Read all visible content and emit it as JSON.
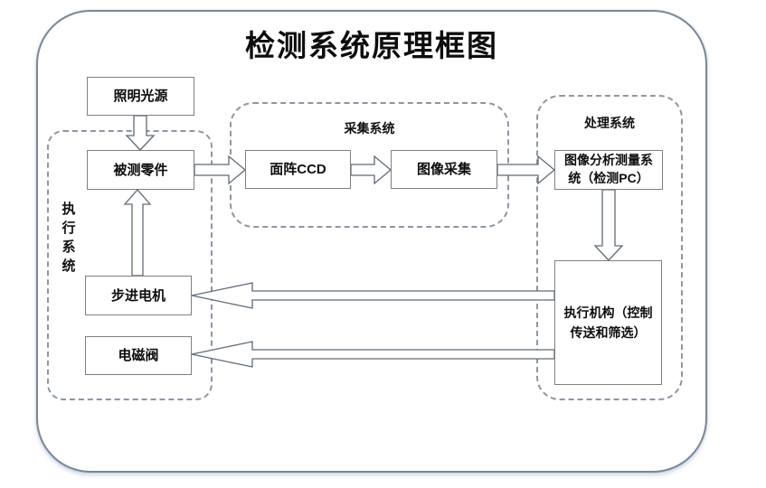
{
  "diagram": {
    "title": "检测系统原理框图",
    "groups": {
      "execution": {
        "label": "执行系统"
      },
      "acquisition": {
        "label": "采集系统"
      },
      "processing": {
        "label": "处理系统"
      }
    },
    "nodes": {
      "light_source": {
        "label": "照明光源"
      },
      "test_part": {
        "label": "被测零件"
      },
      "area_ccd": {
        "label": "面阵CCD"
      },
      "image_capture": {
        "label": "图像采集"
      },
      "analysis_system": {
        "label": "图像分析测量系统（检测PC）"
      },
      "actuator": {
        "label": "执行机构（控制传送和筛选）"
      },
      "stepper_motor": {
        "label": "步进电机"
      },
      "solenoid_valve": {
        "label": "电磁阀"
      }
    },
    "edges": [
      {
        "from": "light_source",
        "to": "test_part"
      },
      {
        "from": "stepper_motor",
        "to": "test_part"
      },
      {
        "from": "test_part",
        "to": "area_ccd"
      },
      {
        "from": "area_ccd",
        "to": "image_capture"
      },
      {
        "from": "image_capture",
        "to": "analysis_system"
      },
      {
        "from": "analysis_system",
        "to": "actuator"
      },
      {
        "from": "actuator",
        "to": "stepper_motor"
      },
      {
        "from": "actuator",
        "to": "solenoid_valve"
      }
    ],
    "colors": {
      "box_border": "#7f7f7f",
      "dashed_border": "#8c97a3",
      "outer_border": "#7b8794",
      "arrow_stroke": "#5f6b76",
      "text": "#111111",
      "background": "#ffffff"
    }
  }
}
